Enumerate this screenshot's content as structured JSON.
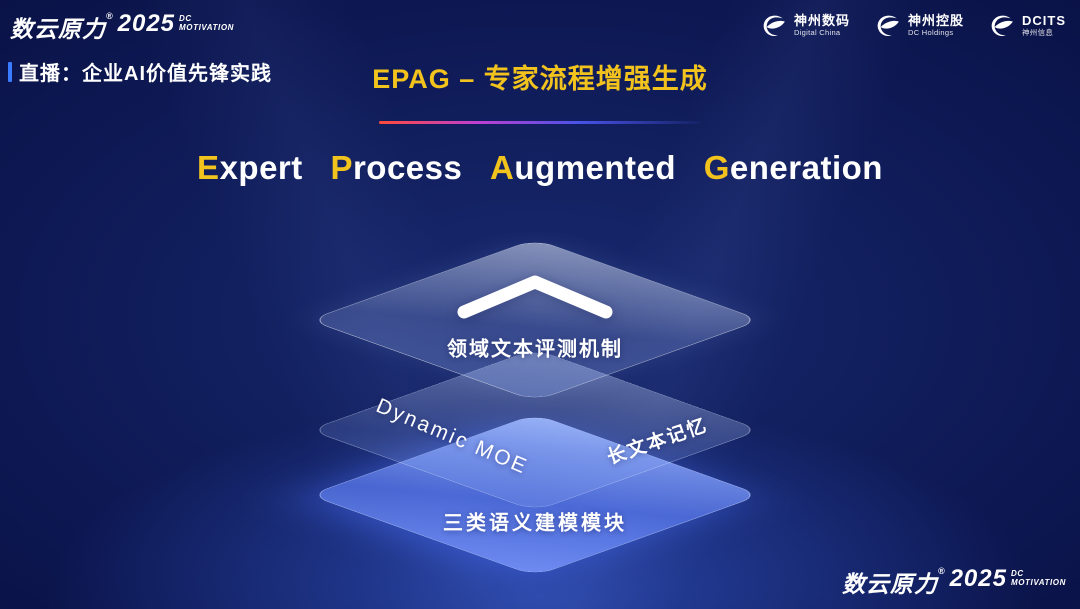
{
  "colors": {
    "accent_gold": "#f2c31d",
    "background_deep": "#070c33",
    "background_glow": "#3c69eb",
    "divider_red": "#ff4a3a",
    "divider_blue": "#4a52e8",
    "layer_bottom_blue": "#5c7df5"
  },
  "icons": {
    "partner_logo": "swoosh-bird-icon",
    "layer_marker": "chevron-up-icon"
  },
  "header": {
    "brand": {
      "name": "数云原力",
      "reg": "®",
      "year": "2025",
      "tag_line1": "DC",
      "tag_line2": "MOTIVATION"
    },
    "live_label": "直播：企业AI价值先锋实践",
    "slide_title": "EPAG – 专家流程增强生成",
    "partners": [
      {
        "name": "神州数码",
        "sub": "Digital China"
      },
      {
        "name": "神州控股",
        "sub": "DC Holdings"
      },
      {
        "name": "DCITS",
        "sub": "神州信息"
      }
    ]
  },
  "main": {
    "title": {
      "words": [
        {
          "initial": "E",
          "rest": "xpert"
        },
        {
          "initial": "P",
          "rest": "rocess"
        },
        {
          "initial": "A",
          "rest": "ugmented"
        },
        {
          "initial": "G",
          "rest": "eneration"
        }
      ]
    },
    "diagram": {
      "top_layer_label": "领域文本评测机制",
      "middle_layer_left_label": "Dynamic  MOE",
      "middle_layer_right_label": "长文本记忆",
      "bottom_layer_label": "三类语义建模模块"
    }
  },
  "footer": {
    "brand": {
      "name": "数云原力",
      "reg": "®",
      "year": "2025",
      "tag_line1": "DC",
      "tag_line2": "MOTIVATION"
    }
  }
}
